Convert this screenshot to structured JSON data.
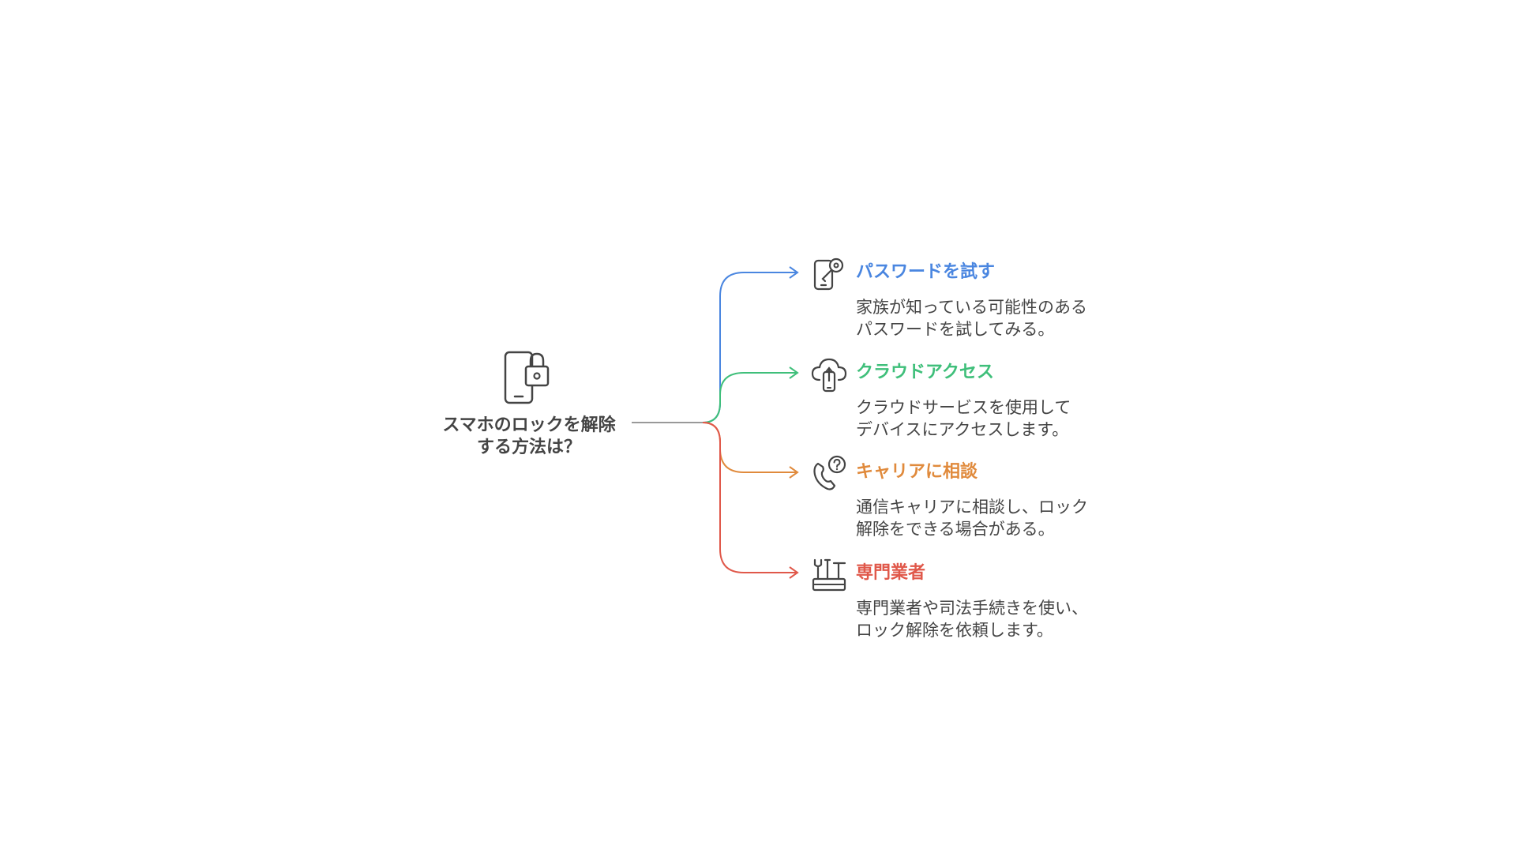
{
  "root": {
    "title_lines": [
      "スマホのロックを解除",
      "する方法は？"
    ],
    "icon": "phone-lock-icon"
  },
  "branches": [
    {
      "title": "パスワードを試す",
      "description_lines": [
        "家族が知っている可能性のある",
        "パスワードを試してみる。"
      ],
      "color": "#4a86e0",
      "icon": "phone-key-icon"
    },
    {
      "title": "クラウドアクセス",
      "description_lines": [
        "クラウドサービスを使用して",
        "デバイスにアクセスします。"
      ],
      "color": "#3fbf7a",
      "icon": "cloud-phone-icon"
    },
    {
      "title": "キャリアに相談",
      "description_lines": [
        "通信キャリアに相談し、ロック",
        "解除をできる場合がある。"
      ],
      "color": "#e08a3c",
      "icon": "phone-question-icon"
    },
    {
      "title": "専門業者",
      "description_lines": [
        "専門業者や司法手続きを使い、",
        "ロック解除を依頼します。"
      ],
      "color": "#e0584a",
      "icon": "tools-icon"
    }
  ],
  "colors": {
    "text": "#444444",
    "trunk": "#999999",
    "icon_stroke": "#444444"
  }
}
